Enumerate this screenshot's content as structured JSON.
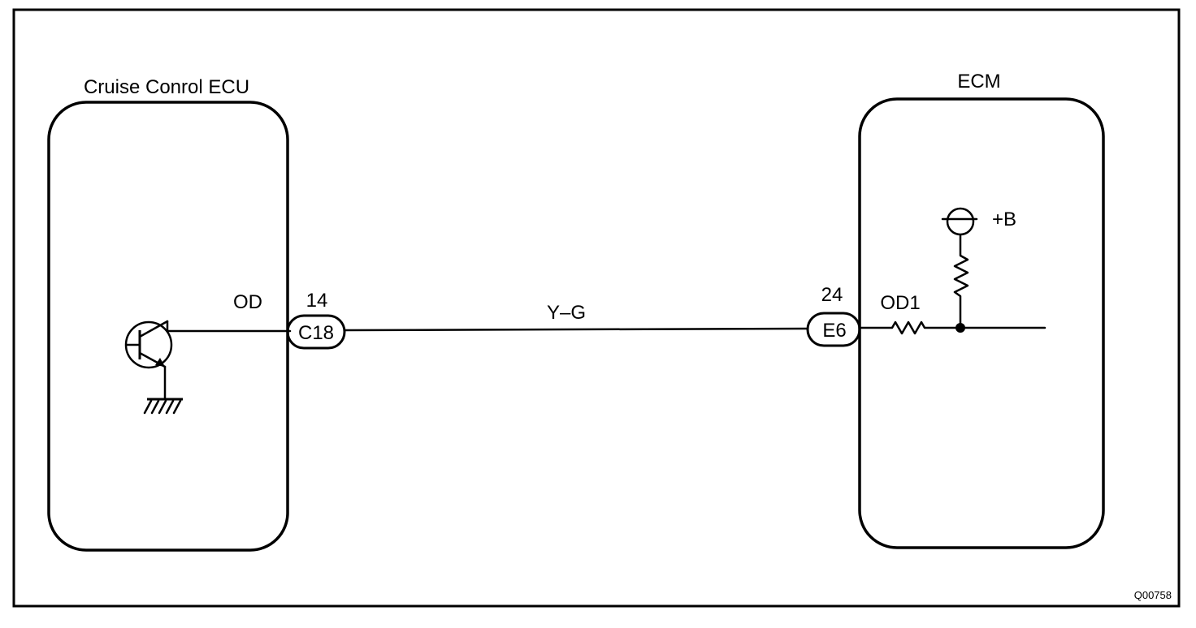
{
  "components": {
    "left": {
      "title": "Cruise Conrol ECU",
      "pin_label": "OD"
    },
    "right": {
      "title": "ECM",
      "pin_label": "OD1",
      "supply_label": "+B"
    }
  },
  "connectors": {
    "left": {
      "pin_number": "14",
      "id": "C18"
    },
    "right": {
      "pin_number": "24",
      "id": "E6"
    }
  },
  "wire": {
    "color_code": "Y–G"
  },
  "figure_id": "Q00758"
}
